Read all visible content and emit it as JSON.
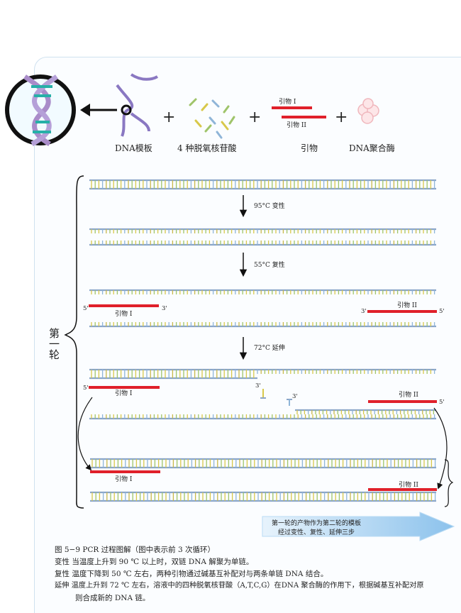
{
  "top": {
    "dna_template": "DNA模板",
    "nucleotides": "4 种脱氧核苷酸",
    "primers": "引物",
    "polymerase": "DNA聚合酶",
    "primer_1": "引物 I",
    "primer_2": "引物 II",
    "plus": "+"
  },
  "round_label": "第一轮",
  "steps": {
    "denature": "95°C  变性",
    "anneal": "55°C  复性",
    "extend": "72°C  延伸"
  },
  "strand_ends": {
    "five": "5'",
    "three": "3'"
  },
  "primer_labels": {
    "p1": "引物 I",
    "p2": "引物 II"
  },
  "arrow_note": {
    "line1": "第一轮的产物作为第二轮的模板",
    "line2": "经过变性、复性、延伸三步"
  },
  "caption": {
    "title": "图 5−9   PCR 过程图解（图中表示前 3 次循环）",
    "denature": "变性  当温度上升到 90 ℃ 以上时，双链 DNA 解聚为单链。",
    "anneal": "复性  温度下降到 50 ℃ 左右，两种引物通过碱基互补配对与两条单链 DNA 结合。",
    "extend1": "延伸  温度上升到 72 ℃ 左右，溶液中的四种脱氧核苷酸（A,T,C,G）在DNA 聚合酶的作用下，根据碱基互补配对原",
    "extend2": "则合成新的 DNA 链。"
  },
  "colors": {
    "backbone": "#8aa5c8",
    "primer": "#e0202a",
    "panel_border": "#cfe1ef",
    "arrow_bg": "#a9d0f0"
  }
}
